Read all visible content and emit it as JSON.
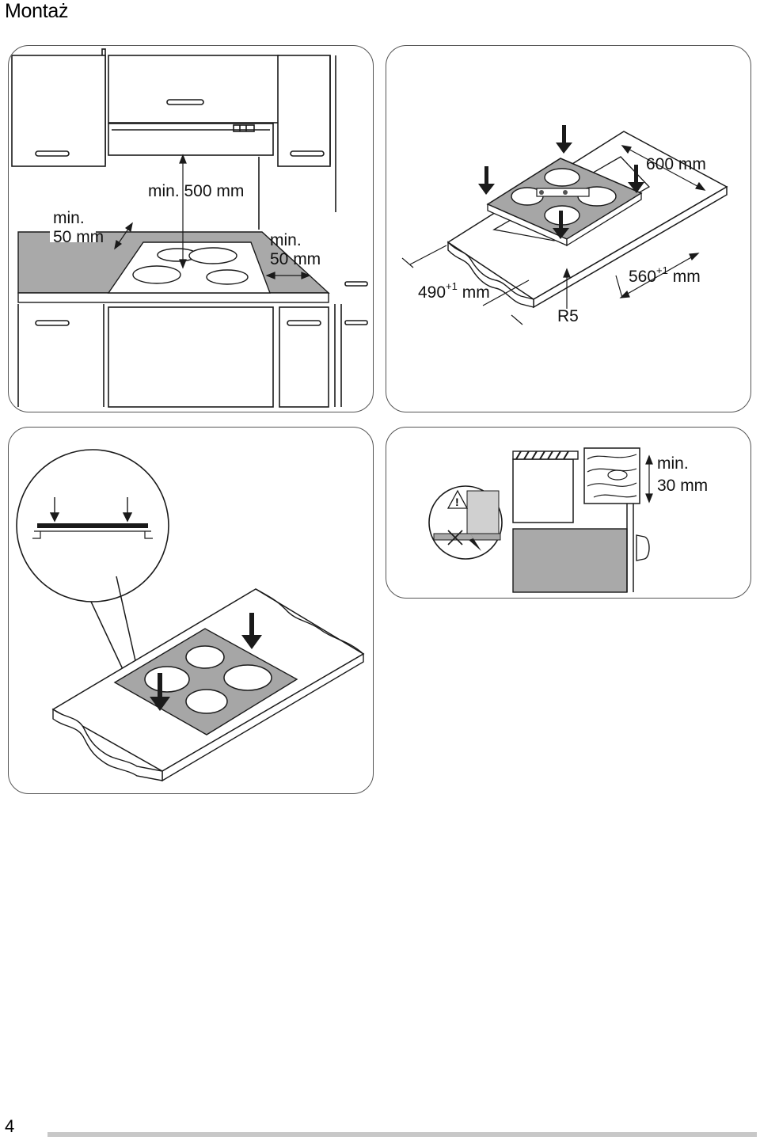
{
  "page": {
    "title": "Montaż",
    "page_number": "4"
  },
  "figure1": {
    "label_top_min": "min. 500 mm",
    "label_left_min_line1": "min.",
    "label_left_min_line2": "50 mm",
    "label_right_min_line1": "min.",
    "label_right_min_line2": "50 mm"
  },
  "figure2": {
    "label_width_main": "600 mm",
    "label_depth_main": "490",
    "label_depth_sup": "+1",
    "label_depth_unit": " mm",
    "label_cut_width_main": "560",
    "label_cut_width_sup": "+1",
    "label_cut_width_unit": " mm",
    "label_radius": "R5"
  },
  "figure4": {
    "label_min_line1": "min.",
    "label_min_line2": "30 mm"
  },
  "colors": {
    "countertop_gray": "#a9a9a9",
    "hob_gray": "#a6a6a6",
    "line": "#1a1a1a",
    "panel_border": "#555555",
    "footer_bar": "#c8c8c8"
  }
}
